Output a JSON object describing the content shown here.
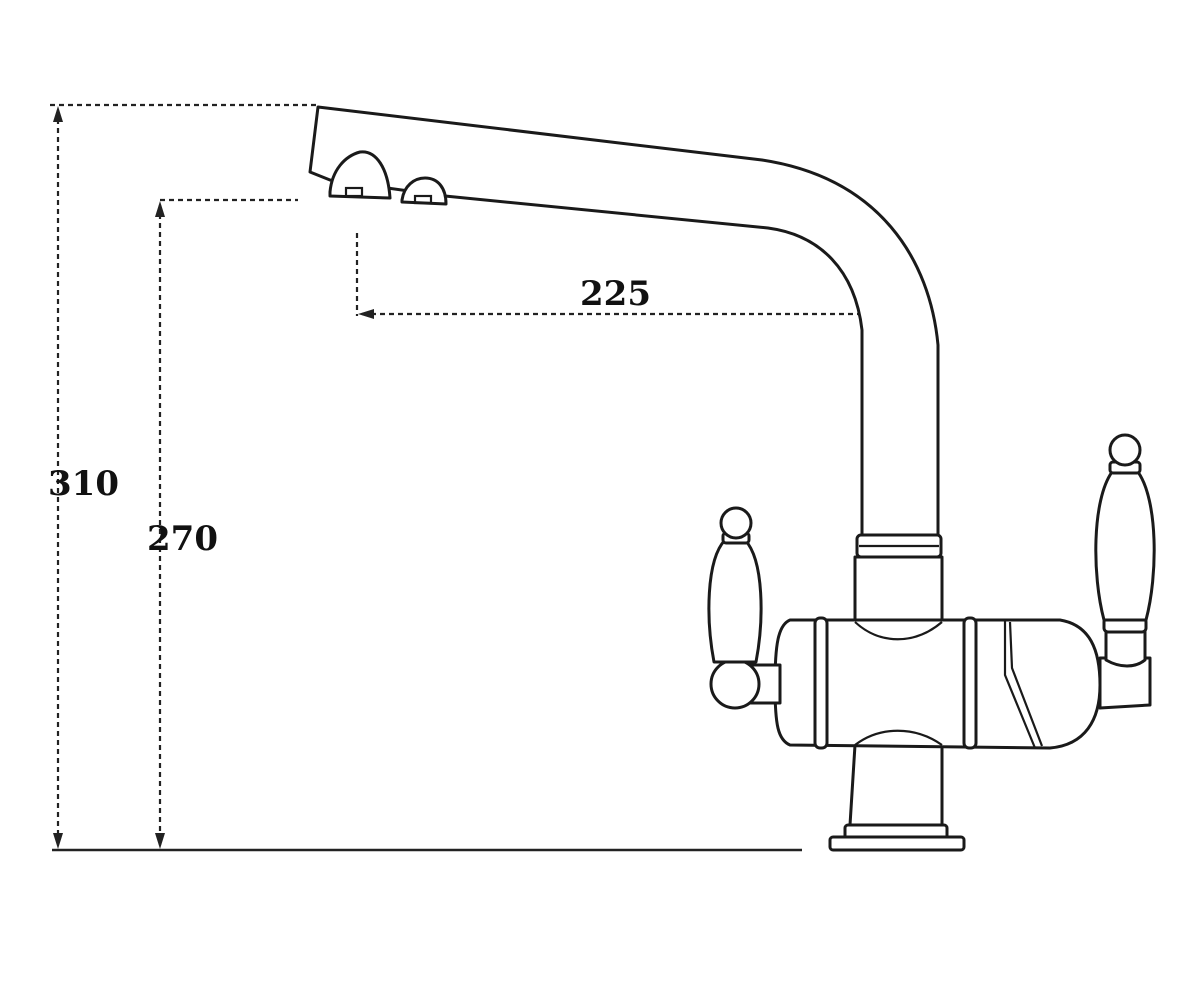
{
  "dimensions": {
    "total_height": "310",
    "spout_height": "270",
    "spout_reach": "225"
  }
}
